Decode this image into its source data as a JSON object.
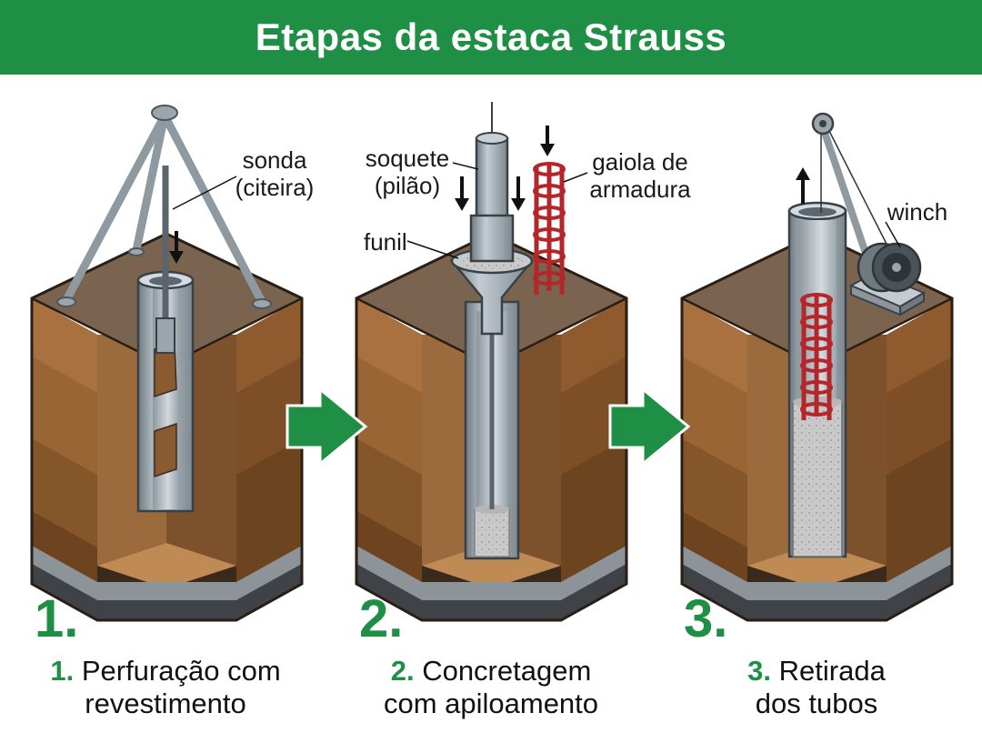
{
  "title": "Etapas da estaca Strauss",
  "steps": [
    {
      "number": "1.",
      "caption_number": "1.",
      "caption_line1": "Perfuração com",
      "caption_line2": "revestimento",
      "labels": {
        "sonda_line1": "sonda",
        "sonda_line2": "(citeira)"
      }
    },
    {
      "number": "2.",
      "caption_number": "2.",
      "caption_line1": "Concretagem",
      "caption_line2": "com apiloamento",
      "labels": {
        "soquete_line1": "soquete",
        "soquete_line2": "(pilão)",
        "funil": "funil",
        "gaiola_line1": "gaiola de",
        "gaiola_line2": "armadura"
      }
    },
    {
      "number": "3.",
      "caption_number": "3.",
      "caption_line1": "Retirada",
      "caption_line2": "dos tubos",
      "labels": {
        "winch": "winch"
      }
    }
  ],
  "colors": {
    "banner": "#1f8f45",
    "accent_green": "#1f8f45",
    "soil_top": "#7a6450",
    "soil_light": "#a9713f",
    "soil_mid": "#8f5a2e",
    "soil_dark": "#6e4420",
    "steel": "#9aa5ad",
    "rebar": "#b3262a",
    "concrete": "#c9c9c9"
  }
}
